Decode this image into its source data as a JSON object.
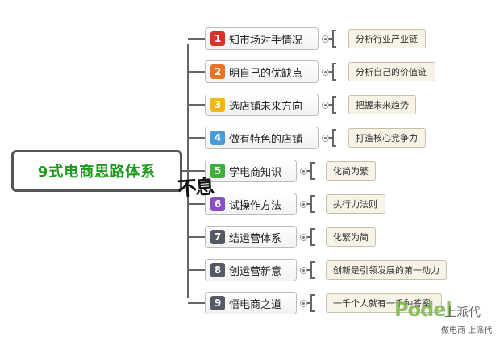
{
  "diagram": {
    "root": {
      "label": "9式电商思路体系"
    },
    "branches": [
      {
        "number": "1",
        "label": "知市场对手情况",
        "badge_color": "#d9322b",
        "leaf": "分析行业产业链"
      },
      {
        "number": "2",
        "label": "明自己的优缺点",
        "badge_color": "#e8742a",
        "leaf": "分析自己的价值链"
      },
      {
        "number": "3",
        "label": "选店铺未来方向",
        "badge_color": "#f2b61c",
        "leaf": "把握未来趋势"
      },
      {
        "number": "4",
        "label": "做有特色的店铺",
        "badge_color": "#4a9bd8",
        "leaf": "打造核心竞争力"
      },
      {
        "number": "5",
        "label": "学电商知识",
        "badge_color": "#3fae3a",
        "leaf": "化简为繁"
      },
      {
        "number": "6",
        "label": "试操作方法",
        "badge_color": "#8b4fc4",
        "leaf": "执行力法则"
      },
      {
        "number": "7",
        "label": "结运营体系",
        "badge_color": "#555a66",
        "leaf": "化繁为简"
      },
      {
        "number": "8",
        "label": "创运营新意",
        "badge_color": "#555a66",
        "leaf": "创新是引领发展的第一动力"
      },
      {
        "number": "9",
        "label": "悟电商之道",
        "badge_color": "#555a66",
        "leaf": "一千个人就有一千种答案"
      }
    ]
  },
  "signature": {
    "text": "不息"
  },
  "watermark": {
    "brand": "Podel",
    "cn": "上派代",
    "tagline": "做电商 上派代"
  },
  "colors": {
    "root_text": "#1e9a1e",
    "connector": "#666666",
    "leaf_bg": "#f7f3e6"
  }
}
